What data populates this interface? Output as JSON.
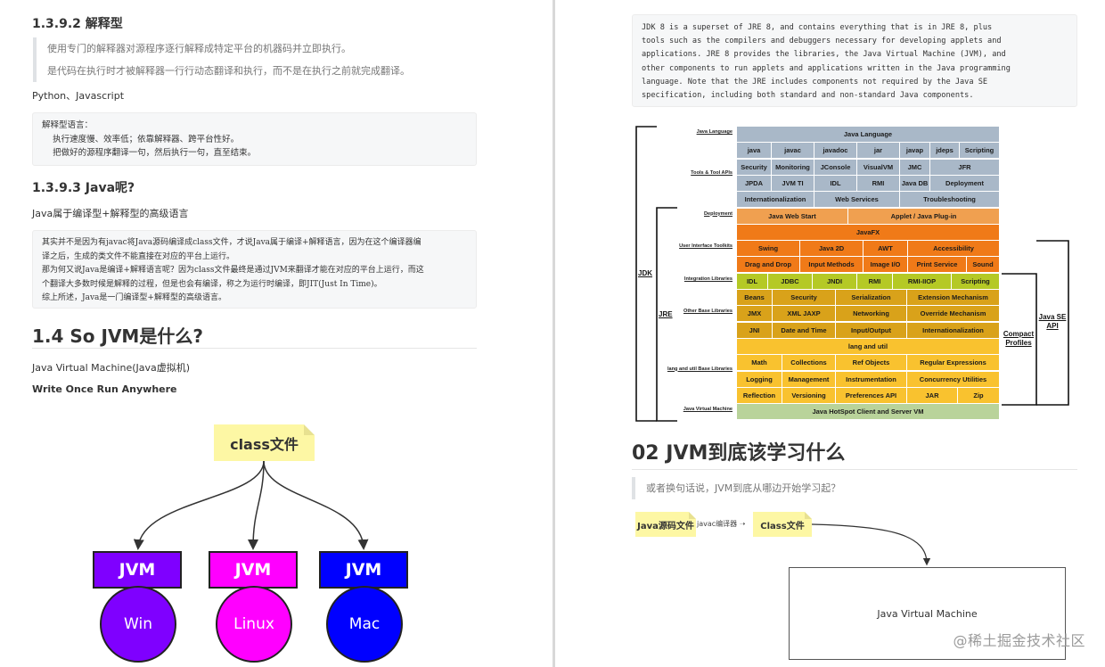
{
  "left": {
    "h_interpreted": "1.3.9.2 解释型",
    "quote_lines": [
      "使用专门的解释器对源程序逐行解释成特定平台的机器码并立即执行。",
      "是代码在执行时才被解释器一行行动态翻译和执行，而不是在执行之前就完成翻译。"
    ],
    "examples": "Python、Javascript",
    "code1_lines": [
      "解释型语言：",
      "    执行速度慢、效率低；依靠解释器、跨平台性好。",
      "    把做好的源程序翻译一句，然后执行一句，直至结束。"
    ],
    "h_java": "1.3.9.3 Java呢?",
    "java_summary": "Java属于编译型+解释型的高级语言",
    "code2_lines": [
      "其实并不是因为有javac将Java源码编译成class文件，才说Java属于编译+解释语言，因为在这个编译器编",
      "译之后，生成的类文件不能直接在对应的平台上运行。",
      "那为何又说Java是编译+解释语言呢？因为class文件最终是通过JVM来翻译才能在对应的平台上运行，而这",
      "个翻译大多数时候是解释的过程，但是也会有编译，称之为运行时编译，即JIT(Just In Time)。",
      "综上所述，Java是一门编译型+解释型的高级语言。"
    ],
    "h_jvm": "1.4 So JVM是什么?",
    "jvm_def": "Java Virtual Machine(Java虚拟机)",
    "wora": "Write Once Run Anywhere",
    "diagram": {
      "class_label": "class文件",
      "jvm_label": "JVM",
      "targets": [
        {
          "os": "Win",
          "color": "#7f00ff"
        },
        {
          "os": "Linux",
          "color": "#ff00ff"
        },
        {
          "os": "Mac",
          "color": "#0000ff"
        }
      ]
    }
  },
  "right": {
    "jdk_code_lines": [
      "JDK 8 is a superset of JRE 8, and contains everything that is in JRE 8, plus",
      "tools such as the compilers and debuggers necessary for developing applets and",
      "applications. JRE 8 provides the libraries, the Java Virtual Machine (JVM), and",
      "other components to run applets and applications written in the Java programming",
      "language. Note that the JRE includes components not required by the Java SE",
      "specification, including both standard and non-standard Java components."
    ],
    "jdk_diagram": {
      "rows": [
        {
          "color": "#a9b8c8",
          "cells": [
            {
              "t": "Java Language",
              "w": 295
            }
          ]
        },
        {
          "color": "#a9b8c8",
          "cells": [
            {
              "t": "java",
              "w": 39
            },
            {
              "t": "javac",
              "w": 48
            },
            {
              "t": "javadoc",
              "w": 48
            },
            {
              "t": "jar",
              "w": 48
            },
            {
              "t": "javap",
              "w": 34
            },
            {
              "t": "jdeps",
              "w": 33
            },
            {
              "t": "Scripting",
              "w": 45
            }
          ]
        },
        {
          "color": "#a9b8c8",
          "cells": [
            {
              "t": "Security",
              "w": 39
            },
            {
              "t": "Monitoring",
              "w": 48
            },
            {
              "t": "JConsole",
              "w": 48
            },
            {
              "t": "VisualVM",
              "w": 48
            },
            {
              "t": "JMC",
              "w": 34
            },
            {
              "t": "JFR",
              "w": 78
            }
          ]
        },
        {
          "color": "#a9b8c8",
          "cells": [
            {
              "t": "JPDA",
              "w": 39
            },
            {
              "t": "JVM TI",
              "w": 48
            },
            {
              "t": "IDL",
              "w": 48
            },
            {
              "t": "RMI",
              "w": 48
            },
            {
              "t": "Java DB",
              "w": 34
            },
            {
              "t": "Deployment",
              "w": 78
            }
          ]
        },
        {
          "color": "#a9b8c8",
          "cells": [
            {
              "t": "Internationalization",
              "w": 87
            },
            {
              "t": "Web Services",
              "w": 96
            },
            {
              "t": "Troubleshooting",
              "w": 112
            }
          ]
        },
        {
          "color": "#f0a050",
          "cells": [
            {
              "t": "Java Web Start",
              "w": 125
            },
            {
              "t": "Applet / Java Plug-in",
              "w": 170
            }
          ]
        },
        {
          "color": "#f07a18",
          "cells": [
            {
              "t": "JavaFX",
              "w": 295
            }
          ]
        },
        {
          "color": "#f07a18",
          "cells": [
            {
              "t": "Swing",
              "w": 71
            },
            {
              "t": "Java 2D",
              "w": 71
            },
            {
              "t": "AWT",
              "w": 50
            },
            {
              "t": "Accessibility",
              "w": 103
            }
          ]
        },
        {
          "color": "#f07a18",
          "cells": [
            {
              "t": "Drag and Drop",
              "w": 71
            },
            {
              "t": "Input Methods",
              "w": 71
            },
            {
              "t": "Image I/O",
              "w": 50
            },
            {
              "t": "Print Service",
              "w": 66
            },
            {
              "t": "Sound",
              "w": 37
            }
          ]
        },
        {
          "color": "#b5c925",
          "cells": [
            {
              "t": "IDL",
              "w": 35
            },
            {
              "t": "JDBC",
              "w": 50
            },
            {
              "t": "JNDI",
              "w": 50
            },
            {
              "t": "RMI",
              "w": 40
            },
            {
              "t": "RMI-IIOP",
              "w": 66
            },
            {
              "t": "Scripting",
              "w": 54
            }
          ]
        },
        {
          "color": "#d9a21a",
          "cells": [
            {
              "t": "Beans",
              "w": 40
            },
            {
              "t": "Security",
              "w": 71
            },
            {
              "t": "Serialization",
              "w": 80
            },
            {
              "t": "Extension Mechanism",
              "w": 104
            }
          ]
        },
        {
          "color": "#d9a21a",
          "cells": [
            {
              "t": "JMX",
              "w": 40
            },
            {
              "t": "XML JAXP",
              "w": 71
            },
            {
              "t": "Networking",
              "w": 80
            },
            {
              "t": "Override Mechanism",
              "w": 104
            }
          ]
        },
        {
          "color": "#d9a21a",
          "cells": [
            {
              "t": "JNI",
              "w": 40
            },
            {
              "t": "Date and Time",
              "w": 71
            },
            {
              "t": "Input/Output",
              "w": 80
            },
            {
              "t": "Internationalization",
              "w": 104
            }
          ]
        },
        {
          "color": "#f9c22f",
          "cells": [
            {
              "t": "lang and util",
              "w": 295
            }
          ]
        },
        {
          "color": "#f9c22f",
          "cells": [
            {
              "t": "Math",
              "w": 51
            },
            {
              "t": "Collections",
              "w": 60
            },
            {
              "t": "Ref Objects",
              "w": 80
            },
            {
              "t": "Regular Expressions",
              "w": 104
            }
          ]
        },
        {
          "color": "#f9c22f",
          "cells": [
            {
              "t": "Logging",
              "w": 51
            },
            {
              "t": "Management",
              "w": 60
            },
            {
              "t": "Instrumentation",
              "w": 80
            },
            {
              "t": "Concurrency Utilities",
              "w": 104
            }
          ]
        },
        {
          "color": "#f9c22f",
          "cells": [
            {
              "t": "Reflection",
              "w": 51
            },
            {
              "t": "Versioning",
              "w": 60
            },
            {
              "t": "Preferences API",
              "w": 80
            },
            {
              "t": "JAR",
              "w": 57
            },
            {
              "t": "Zip",
              "w": 47
            }
          ]
        },
        {
          "color": "#b9d39a",
          "cells": [
            {
              "t": "Java HotSpot Client and Server VM",
              "w": 295
            }
          ]
        }
      ],
      "row_labels": [
        {
          "t": "Java Language",
          "row": 0,
          "span": 1
        },
        {
          "t": "Tools & Tool APIs",
          "row": 1,
          "span": 4
        },
        {
          "t": "Deployment",
          "row": 5,
          "span": 1
        },
        {
          "t": "User Interface Toolkits",
          "row": 6,
          "span": 3
        },
        {
          "t": "Integration Libraries",
          "row": 9,
          "span": 1
        },
        {
          "t": "Other Base Libraries",
          "row": 10,
          "span": 3
        },
        {
          "t": "lang and util Base Libraries",
          "row": 13,
          "span": 4
        },
        {
          "t": "Java Virtual Machine",
          "row": 17,
          "span": 1
        }
      ],
      "jdk_label": "JDK",
      "jre_label": "JRE",
      "compact_label": "Compact Profiles",
      "javase_label": "Java SE API"
    },
    "h_learn": "02 JVM到底该学习什么",
    "learn_quote": "或者换句话说，JVM到底从哪边开始学习起？",
    "flow": {
      "source": "Java源码文件",
      "arrow_label": "javac编译器",
      "target": "Class文件",
      "vm": "Java Virtual Machine"
    },
    "watermark": "@稀土掘金技术社区"
  }
}
